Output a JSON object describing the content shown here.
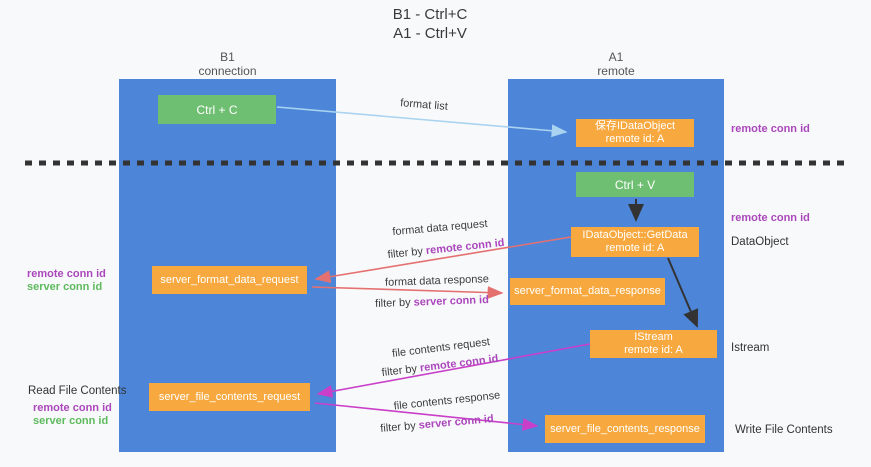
{
  "title": {
    "line1": "B1 - Ctrl+C",
    "line2": "A1 - Ctrl+V"
  },
  "columns": {
    "left": {
      "name": "B1",
      "subtitle": "connection"
    },
    "right": {
      "name": "A1",
      "subtitle": "remote"
    }
  },
  "boxes": {
    "ctrl_c": {
      "label": "Ctrl + C"
    },
    "ctrl_v": {
      "label": "Ctrl + V"
    },
    "save_dataobject": {
      "line1": "保存IDataObject",
      "line2": "remote id: A"
    },
    "getdata": {
      "line1": "IDataObject::GetData",
      "line2": "remote id: A"
    },
    "istream": {
      "line1": "IStream",
      "line2": "remote id: A"
    },
    "format_request": {
      "label": "server_format_data_request"
    },
    "format_response": {
      "label": "server_format_data_response"
    },
    "file_request": {
      "label": "server_file_contents_request"
    },
    "file_response": {
      "label": "server_file_contents_response"
    }
  },
  "arrow_labels": {
    "format_list": "format list",
    "format_data_request": "format data request",
    "format_data_response": "format data response",
    "file_contents_request": "file contents request",
    "file_contents_response": "file contents response",
    "filter_by": "filter by"
  },
  "side_labels": {
    "remote_conn_id": "remote conn id",
    "server_conn_id": "server conn id",
    "dataobject": "DataObject",
    "istream": "Istream",
    "read_file_contents": "Read File Contents",
    "write_file_contents": "Write File Contents"
  },
  "colors": {
    "background": "#f8f9fa",
    "column_blue": "#4d86d8",
    "box_green": "#6fbf72",
    "box_orange": "#f7a940",
    "arrow_red": "#e57070",
    "arrow_magenta": "#c93fc9",
    "arrow_light_blue": "#a9d3f0",
    "arrow_black": "#333333",
    "text_purple": "#ab47bc",
    "text_green": "#5dba5d"
  }
}
